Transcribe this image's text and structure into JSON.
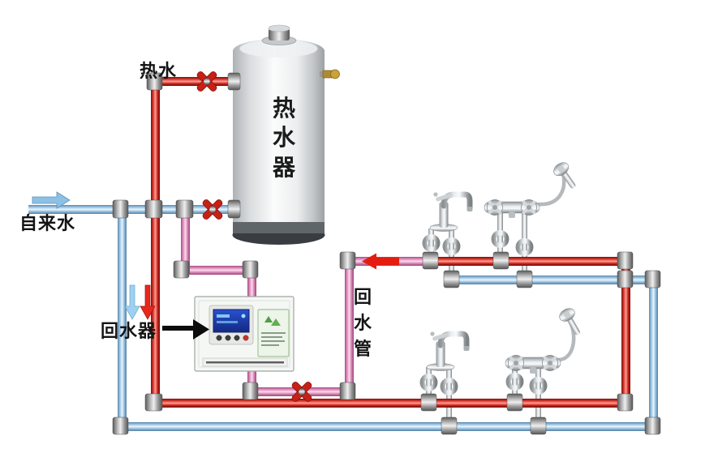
{
  "labels": {
    "hot_water": "热水",
    "tap_water": "自来水",
    "return_device": "回水器",
    "return_pipe": "回水管",
    "water_heater": "热水器"
  },
  "colors": {
    "hot_pipe": "#c81d13",
    "cold_pipe": "#a9cde9",
    "return_pipe": "#e493c2",
    "fitting": "#9b9b9b",
    "valve_handle": "#c62017",
    "tank_body": "#e9ebec",
    "controller_screen": "#1d35a8",
    "background": "#ffffff"
  },
  "icons": {
    "inlet_flow_arrow": "right-arrow",
    "return_flow_arrow": "left-arrow",
    "cold_flow_arrow": "down-arrow",
    "hot_flow_arrow": "down-arrow",
    "label_pointer": "right-arrow"
  }
}
